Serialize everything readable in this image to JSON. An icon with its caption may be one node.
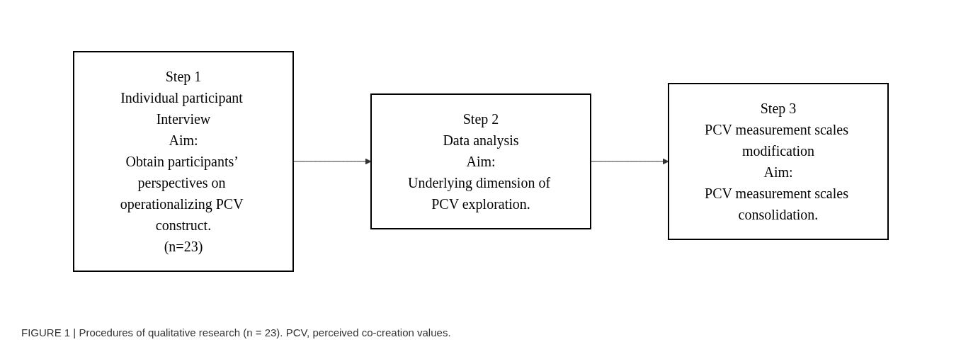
{
  "diagram": {
    "caption": "FIGURE 1 | Procedures of qualitative research (n = 23). PCV, perceived co-creation values.",
    "nodes": [
      {
        "text": [
          "Step 1",
          "Individual participant Interview",
          "Aim:",
          "Obtain participants’ perspectives on operationalizing PCV construct.",
          "(n=23)"
        ]
      },
      {
        "text": [
          "Step 2",
          "Data analysis",
          "Aim:",
          "Underlying dimension of PCV exploration."
        ]
      },
      {
        "text": [
          "Step 3",
          "PCV measurement scales modification",
          "Aim:",
          "PCV measurement scales consolidation."
        ]
      }
    ],
    "edges": [
      {
        "from": 0,
        "to": 1,
        "arrow": "to"
      },
      {
        "from": 1,
        "to": 2,
        "arrow": "to"
      }
    ]
  }
}
